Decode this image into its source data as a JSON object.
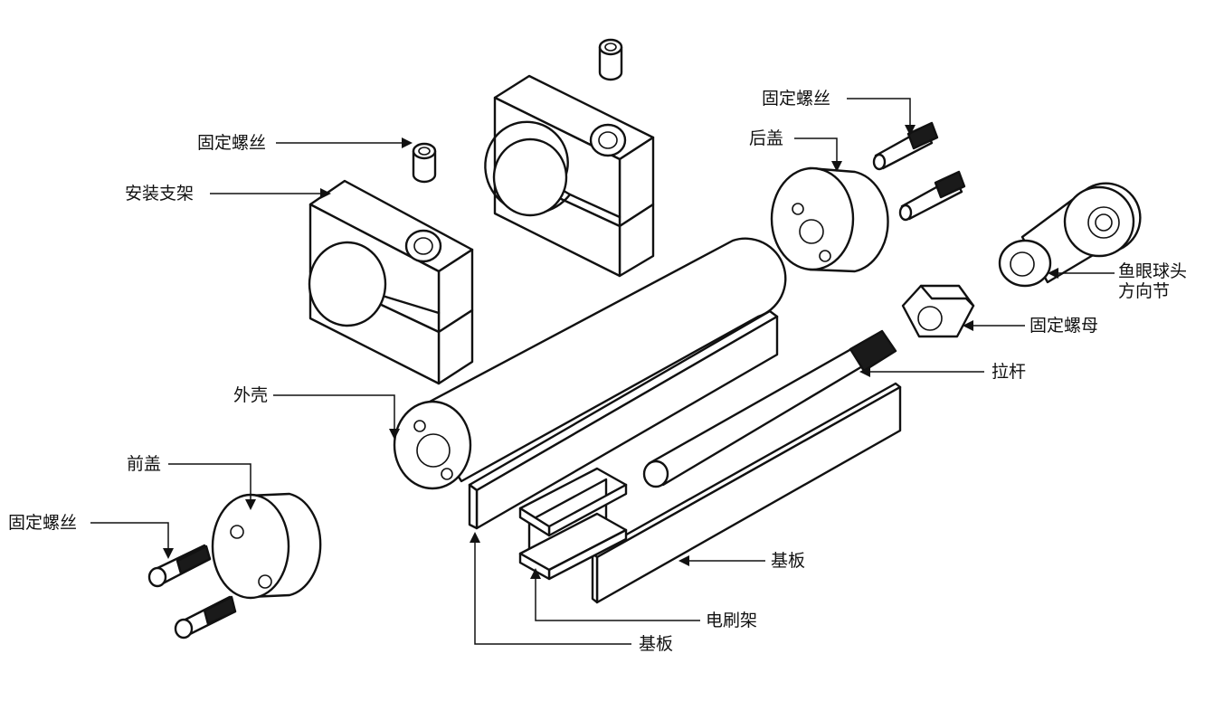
{
  "labels": {
    "screw_top_left": "固定螺丝",
    "mount_bracket": "安装支架",
    "screw_rear": "固定螺丝",
    "rear_cap": "后盖",
    "rod_eye_line1": "鱼眼球头",
    "rod_eye_line2": "方向节",
    "fixing_nut": "固定螺母",
    "pull_rod": "拉杆",
    "housing": "外壳",
    "front_cap": "前盖",
    "screw_front": "固定螺丝",
    "base_plate_right": "基板",
    "brush_holder": "电刷架",
    "base_plate_left": "基板"
  }
}
